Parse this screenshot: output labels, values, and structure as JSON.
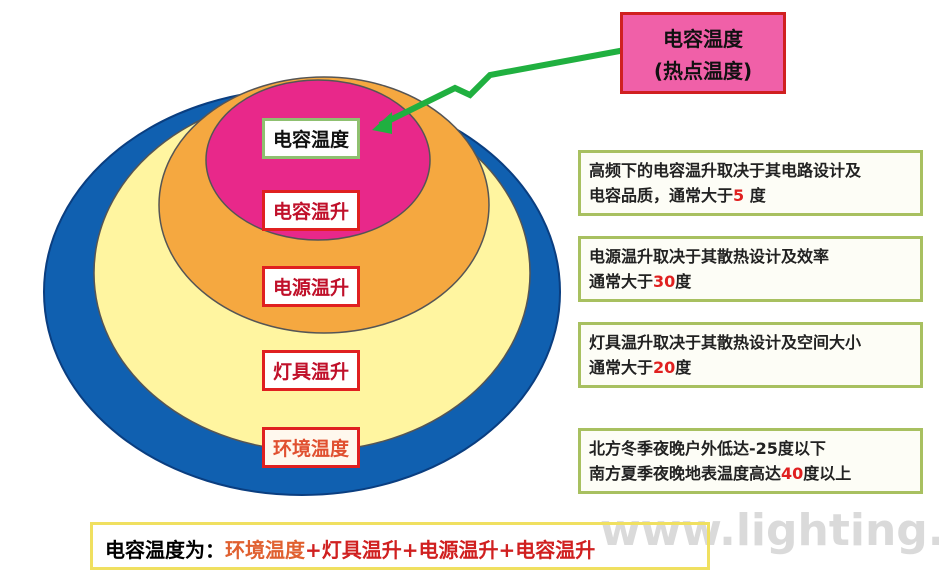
{
  "callout": {
    "line1": "电容温度",
    "line2": "(热点温度)"
  },
  "layers": {
    "cap_temp": "电容温度",
    "cap_rise": "电容温升",
    "power_rise": "电源温升",
    "lamp_rise": "灯具温升",
    "ambient": "环境温度"
  },
  "notes": [
    {
      "line1": "高频下的电容温升取决于其电路设计及",
      "line2_pre": "电容品质，通常大于",
      "value": "5",
      "line2_post": " 度"
    },
    {
      "line1": "电源温升取决于其散热设计及效率",
      "line2_pre": "通常大于",
      "value": "30",
      "line2_post": "度"
    },
    {
      "line1": "灯具温升取决于其散热设计及空间大小",
      "line2_pre": "通常大于",
      "value": "20",
      "line2_post": "度"
    },
    {
      "line1": "北方冬季夜晚户外低达-25度以下",
      "line2_pre": "南方夏季夜晚地表温度高达",
      "value": "40",
      "line2_post": "度以上"
    }
  ],
  "formula": {
    "prefix": "电容温度为：",
    "t1": "环境温度",
    "p1": "+",
    "t2": "灯具温升",
    "p2": "+",
    "t3": "电源温升",
    "p3": "+",
    "t4": "电容温升"
  },
  "watermark": "www.lighting.cn",
  "colors": {
    "blue": "#1060b0",
    "yellow": "#fff5a0",
    "orange": "#f5a840",
    "pink": "#e8288a"
  }
}
